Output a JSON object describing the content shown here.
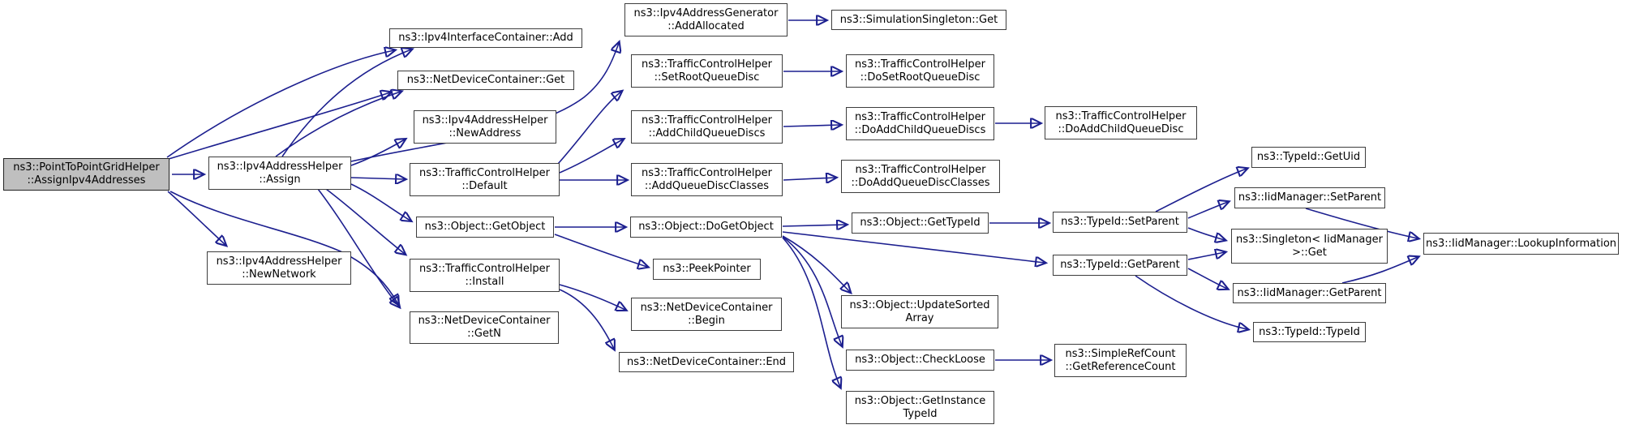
{
  "diagram": {
    "type": "doxygen-call-graph",
    "background": "#ffffff",
    "edge_color": "#1c1f8f",
    "node_fill": "#ffffff",
    "node_border": "#3d3d3d",
    "root_fill": "#bfbfbf"
  },
  "nodes": {
    "root": {
      "l1": "ns3::PointToPointGridHelper",
      "l2": "::AssignIpv4Addresses"
    },
    "assign": {
      "l1": "ns3::Ipv4AddressHelper",
      "l2": "::Assign"
    },
    "new_network": {
      "l1": "ns3::Ipv4AddressHelper",
      "l2": "::NewNetwork"
    },
    "ifc_add": {
      "l1": "ns3::Ipv4InterfaceContainer::Add"
    },
    "ndc_get": {
      "l1": "ns3::NetDeviceContainer::Get"
    },
    "new_address": {
      "l1": "ns3::Ipv4AddressHelper",
      "l2": "::NewAddress"
    },
    "tch_default": {
      "l1": "ns3::TrafficControlHelper",
      "l2": "::Default"
    },
    "get_object": {
      "l1": "ns3::Object::GetObject"
    },
    "tch_install": {
      "l1": "ns3::TrafficControlHelper",
      "l2": "::Install"
    },
    "ndc_getn": {
      "l1": "ns3::NetDeviceContainer",
      "l2": "::GetN"
    },
    "add_allocated": {
      "l1": "ns3::Ipv4AddressGenerator",
      "l2": "::AddAllocated"
    },
    "sim_singleton_get": {
      "l1": "ns3::SimulationSingleton::Get"
    },
    "set_root_qd": {
      "l1": "ns3::TrafficControlHelper",
      "l2": "::SetRootQueueDisc"
    },
    "do_set_root_qd": {
      "l1": "ns3::TrafficControlHelper",
      "l2": "::DoSetRootQueueDisc"
    },
    "add_child_qds": {
      "l1": "ns3::TrafficControlHelper",
      "l2": "::AddChildQueueDiscs"
    },
    "do_add_child_qds": {
      "l1": "ns3::TrafficControlHelper",
      "l2": "::DoAddChildQueueDiscs"
    },
    "do_add_child_qd": {
      "l1": "ns3::TrafficControlHelper",
      "l2": "::DoAddChildQueueDisc"
    },
    "add_qd_classes": {
      "l1": "ns3::TrafficControlHelper",
      "l2": "::AddQueueDiscClasses"
    },
    "do_add_qd_classes": {
      "l1": "ns3::TrafficControlHelper",
      "l2": "::DoAddQueueDiscClasses"
    },
    "do_get_object": {
      "l1": "ns3::Object::DoGetObject"
    },
    "peek_pointer": {
      "l1": "ns3::PeekPointer"
    },
    "ndc_begin": {
      "l1": "ns3::NetDeviceContainer",
      "l2": "::Begin"
    },
    "ndc_end": {
      "l1": "ns3::NetDeviceContainer::End"
    },
    "obj_get_typeid": {
      "l1": "ns3::Object::GetTypeId"
    },
    "update_sorted": {
      "l1": "ns3::Object::UpdateSorted",
      "l2": "Array"
    },
    "check_loose": {
      "l1": "ns3::Object::CheckLoose"
    },
    "get_instance_typeid": {
      "l1": "ns3::Object::GetInstance",
      "l2": "TypeId"
    },
    "tid_set_parent": {
      "l1": "ns3::TypeId::SetParent"
    },
    "tid_get_parent": {
      "l1": "ns3::TypeId::GetParent"
    },
    "simple_ref_count": {
      "l1": "ns3::SimpleRefCount",
      "l2": "::GetReferenceCount"
    },
    "tid_get_uid": {
      "l1": "ns3::TypeId::GetUid"
    },
    "iid_set_parent": {
      "l1": "ns3::IidManager::SetParent"
    },
    "singleton_get": {
      "l1": "ns3::Singleton< IidManager",
      "l2": ">::Get"
    },
    "iid_get_parent": {
      "l1": "ns3::IidManager::GetParent"
    },
    "tid_tid": {
      "l1": "ns3::TypeId::TypeId"
    },
    "lookup_info": {
      "l1": "ns3::IidManager::LookupInformation"
    }
  },
  "edges": [
    {
      "from": "root",
      "to": "assign"
    },
    {
      "from": "root",
      "to": "ifc_add"
    },
    {
      "from": "root",
      "to": "ndc_get"
    },
    {
      "from": "root",
      "to": "new_network"
    },
    {
      "from": "root",
      "to": "ndc_getn"
    },
    {
      "from": "assign",
      "to": "ifc_add"
    },
    {
      "from": "assign",
      "to": "ndc_get"
    },
    {
      "from": "assign",
      "to": "new_address"
    },
    {
      "from": "assign",
      "to": "add_allocated"
    },
    {
      "from": "assign",
      "to": "tch_default"
    },
    {
      "from": "assign",
      "to": "get_object"
    },
    {
      "from": "assign",
      "to": "tch_install"
    },
    {
      "from": "assign",
      "to": "ndc_getn"
    },
    {
      "from": "tch_default",
      "to": "set_root_qd"
    },
    {
      "from": "tch_default",
      "to": "add_child_qds"
    },
    {
      "from": "tch_default",
      "to": "add_qd_classes"
    },
    {
      "from": "add_allocated",
      "to": "sim_singleton_get"
    },
    {
      "from": "set_root_qd",
      "to": "do_set_root_qd"
    },
    {
      "from": "add_child_qds",
      "to": "do_add_child_qds"
    },
    {
      "from": "add_qd_classes",
      "to": "do_add_qd_classes"
    },
    {
      "from": "do_add_child_qds",
      "to": "do_add_child_qd"
    },
    {
      "from": "get_object",
      "to": "do_get_object"
    },
    {
      "from": "get_object",
      "to": "peek_pointer"
    },
    {
      "from": "tch_install",
      "to": "ndc_begin"
    },
    {
      "from": "tch_install",
      "to": "ndc_end"
    },
    {
      "from": "do_get_object",
      "to": "obj_get_typeid"
    },
    {
      "from": "do_get_object",
      "to": "tid_get_parent"
    },
    {
      "from": "do_get_object",
      "to": "update_sorted"
    },
    {
      "from": "do_get_object",
      "to": "check_loose"
    },
    {
      "from": "do_get_object",
      "to": "get_instance_typeid"
    },
    {
      "from": "obj_get_typeid",
      "to": "tid_set_parent"
    },
    {
      "from": "check_loose",
      "to": "simple_ref_count"
    },
    {
      "from": "tid_set_parent",
      "to": "tid_get_uid"
    },
    {
      "from": "tid_set_parent",
      "to": "iid_set_parent"
    },
    {
      "from": "tid_set_parent",
      "to": "singleton_get"
    },
    {
      "from": "tid_get_parent",
      "to": "singleton_get"
    },
    {
      "from": "tid_get_parent",
      "to": "iid_get_parent"
    },
    {
      "from": "tid_get_parent",
      "to": "tid_tid"
    },
    {
      "from": "iid_set_parent",
      "to": "lookup_info"
    },
    {
      "from": "iid_get_parent",
      "to": "lookup_info"
    }
  ]
}
